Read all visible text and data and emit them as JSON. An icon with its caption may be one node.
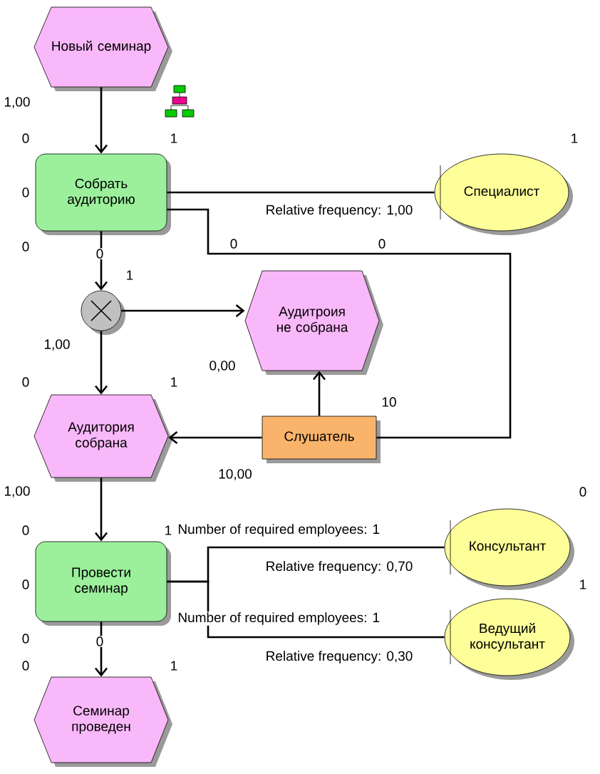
{
  "diagram": {
    "nodes": [
      {
        "text": [
          "Новый семинар"
        ]
      },
      {
        "text": [
          "Собрать аудиторию"
        ]
      },
      {
        "text": [
          "Специалист"
        ]
      },
      {
        "text": [],
        "shape": "circle"
      },
      {
        "text": [
          "Аудитроия не собрана"
        ]
      },
      {
        "text": [
          "Аудитория собрана"
        ]
      },
      {
        "text": [
          "Слушатель"
        ]
      },
      {
        "text": [
          "Провести семинар"
        ]
      },
      {
        "text": [
          "Консультант"
        ]
      },
      {
        "text": [
          "Ведущий консультант"
        ]
      },
      {
        "text": [
          "Семинар проведен"
        ]
      }
    ],
    "edges": [
      {
        "from": 0,
        "to": 1,
        "arrow": "to"
      },
      {
        "from": 1,
        "to": 2,
        "arrow": "none",
        "label": "Relative frequency:  1,00"
      },
      {
        "from": 1,
        "to": 6,
        "arrow": "none"
      },
      {
        "from": 1,
        "to": 3,
        "arrow": "to"
      },
      {
        "from": 3,
        "to": 4,
        "arrow": "to"
      },
      {
        "from": 3,
        "to": 5,
        "arrow": "to"
      },
      {
        "from": 6,
        "to": 4,
        "arrow": "to"
      },
      {
        "from": 6,
        "to": 5,
        "arrow": "to"
      },
      {
        "from": 5,
        "to": 7,
        "arrow": "to"
      },
      {
        "from": 7,
        "to": 8,
        "arrow": "none",
        "label": "Relative frequency:  0,70"
      },
      {
        "from": 7,
        "to": 9,
        "arrow": "none",
        "label": "Relative frequency:  0,30"
      },
      {
        "from": 7,
        "to": 10,
        "arrow": "to"
      }
    ],
    "labels": [
      "1,00",
      "0",
      "1",
      "1",
      "0",
      "0",
      "0",
      "0",
      "0",
      "1",
      "1,00",
      "0,00",
      "0",
      "1",
      "10",
      "10,00",
      "1,00",
      "0",
      "0",
      "1",
      "Number of required employees: 1",
      "0",
      "1",
      "Number of required employees: 1",
      "0",
      "0",
      "0",
      "1"
    ]
  }
}
